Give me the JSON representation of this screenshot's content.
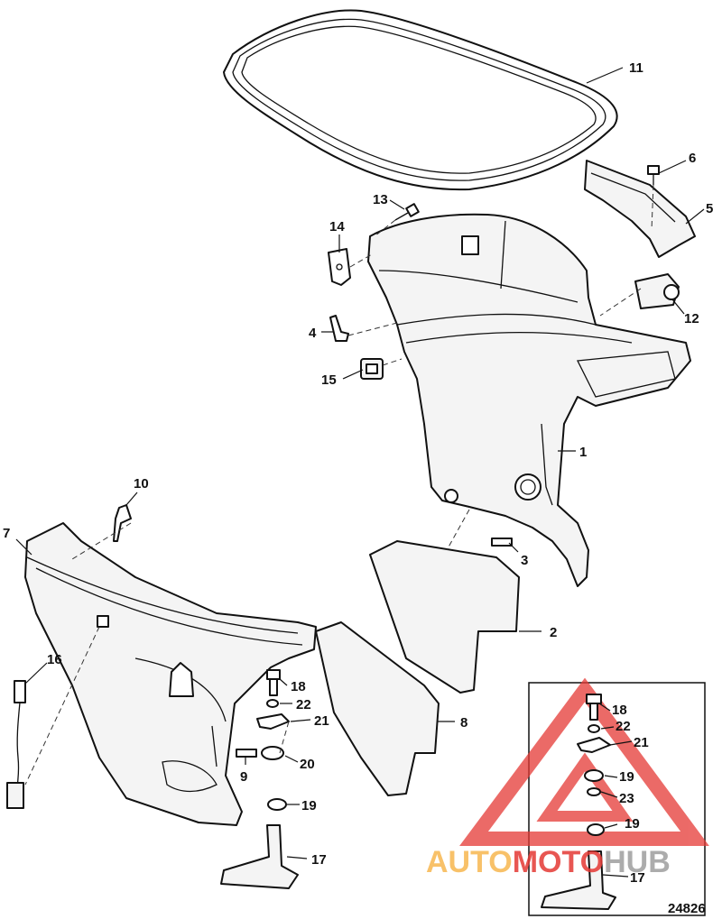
{
  "callouts": {
    "c1": "1",
    "c2": "2",
    "c3": "3",
    "c4": "4",
    "c5": "5",
    "c6": "6",
    "c7": "7",
    "c8": "8",
    "c9": "9",
    "c10": "10",
    "c11": "11",
    "c12": "12",
    "c13": "13",
    "c14": "14",
    "c15": "15",
    "c16": "16",
    "c17": "17",
    "c18": "18",
    "c19": "19",
    "c20": "20",
    "c21": "21",
    "c22": "22"
  },
  "inset": {
    "c18": "18",
    "c22": "22",
    "c21": "21",
    "c19a": "19",
    "c23": "23",
    "c19b": "19",
    "c17": "17"
  },
  "watermark": {
    "auto": "AUTO",
    "moto": "MOTO",
    "hub": "HUB"
  },
  "figure_number": "24826",
  "colors": {
    "watermark_red": "#e53935",
    "watermark_orange": "#f7b750",
    "watermark_gray": "#9e9e9e"
  }
}
